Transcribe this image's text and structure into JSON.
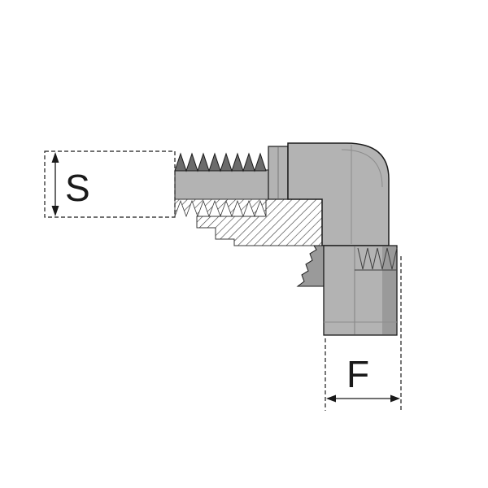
{
  "drawing": {
    "subject": "90-degree elbow hose fitting half-section technical drawing",
    "dimension_s": "S",
    "dimension_f": "F"
  },
  "colors": {
    "background": "#ffffff",
    "outline": "#1a1a1a",
    "body_gray": "#b3b3b3",
    "mid_gray": "#9a9a9a",
    "dark_gray": "#6b6b6b",
    "hatch_line": "#3a3a3a"
  }
}
